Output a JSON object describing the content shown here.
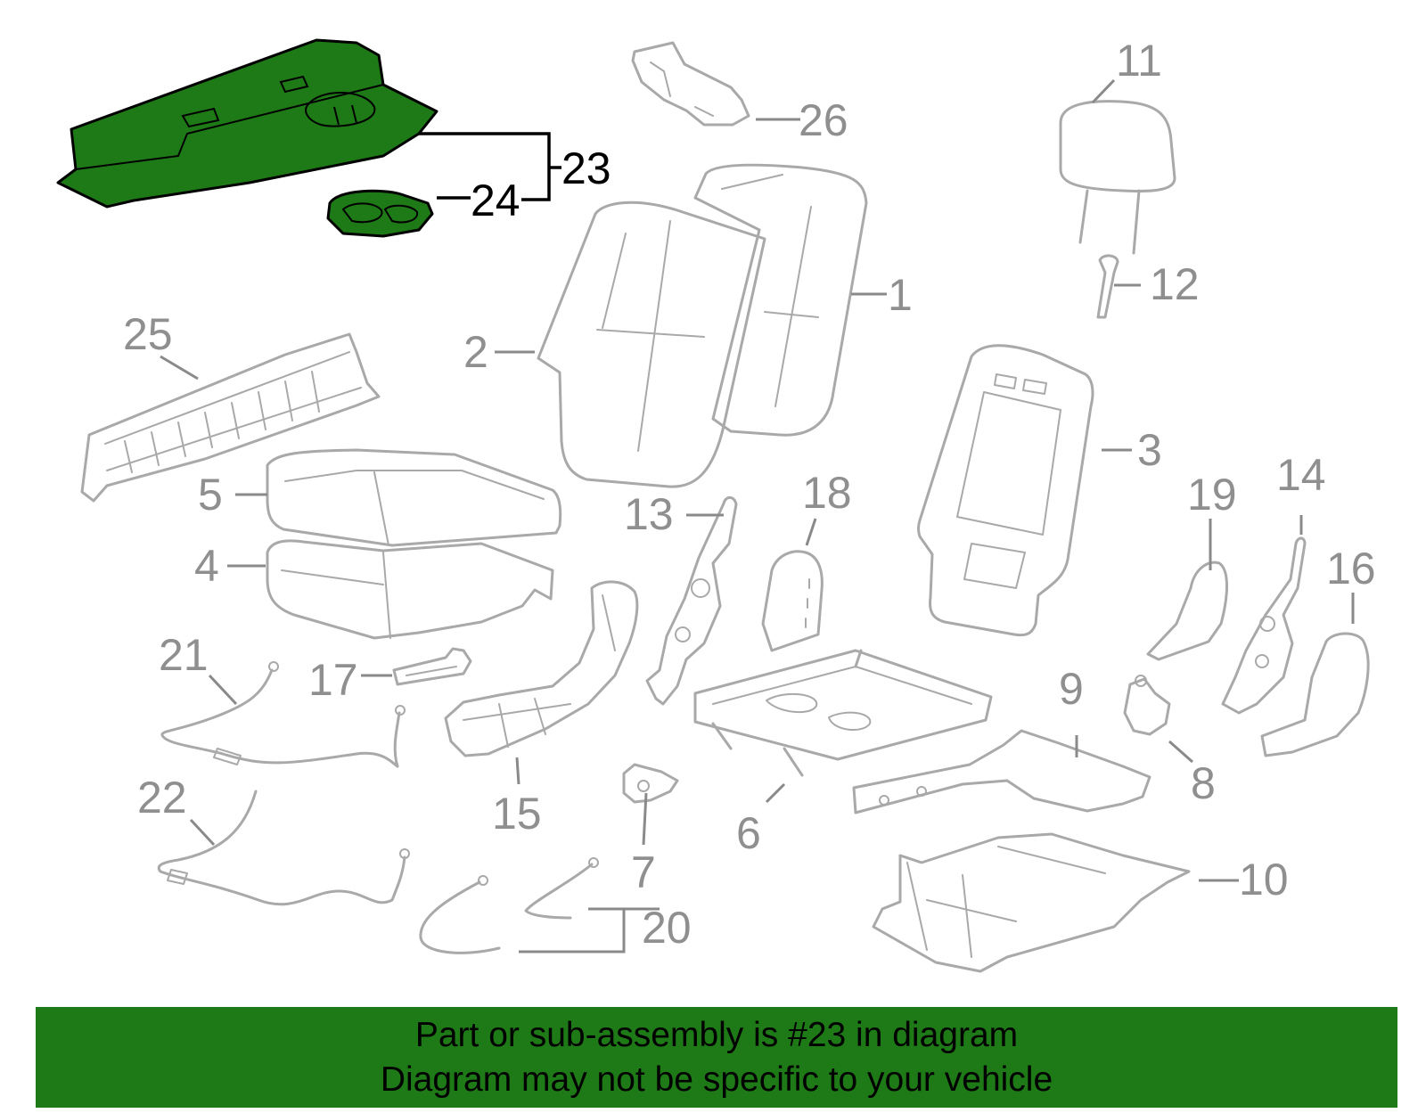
{
  "callouts": {
    "n1": "1",
    "n2": "2",
    "n3": "3",
    "n4": "4",
    "n5": "5",
    "n6": "6",
    "n7": "7",
    "n8": "8",
    "n9": "9",
    "n10": "10",
    "n11": "11",
    "n12": "12",
    "n13": "13",
    "n14": "14",
    "n15": "15",
    "n16": "16",
    "n17": "17",
    "n18": "18",
    "n19": "19",
    "n20": "20",
    "n21": "21",
    "n22": "22",
    "n23": "23",
    "n24": "24",
    "n25": "25",
    "n26": "26"
  },
  "colors": {
    "highlight": "#1e7a16",
    "part_outline": "#a9a9a9",
    "banner_background": "#1e7a16"
  },
  "banner": {
    "line1": "Part or sub-assembly is #23 in diagram",
    "line2": "Diagram may not be specific to your vehicle"
  }
}
